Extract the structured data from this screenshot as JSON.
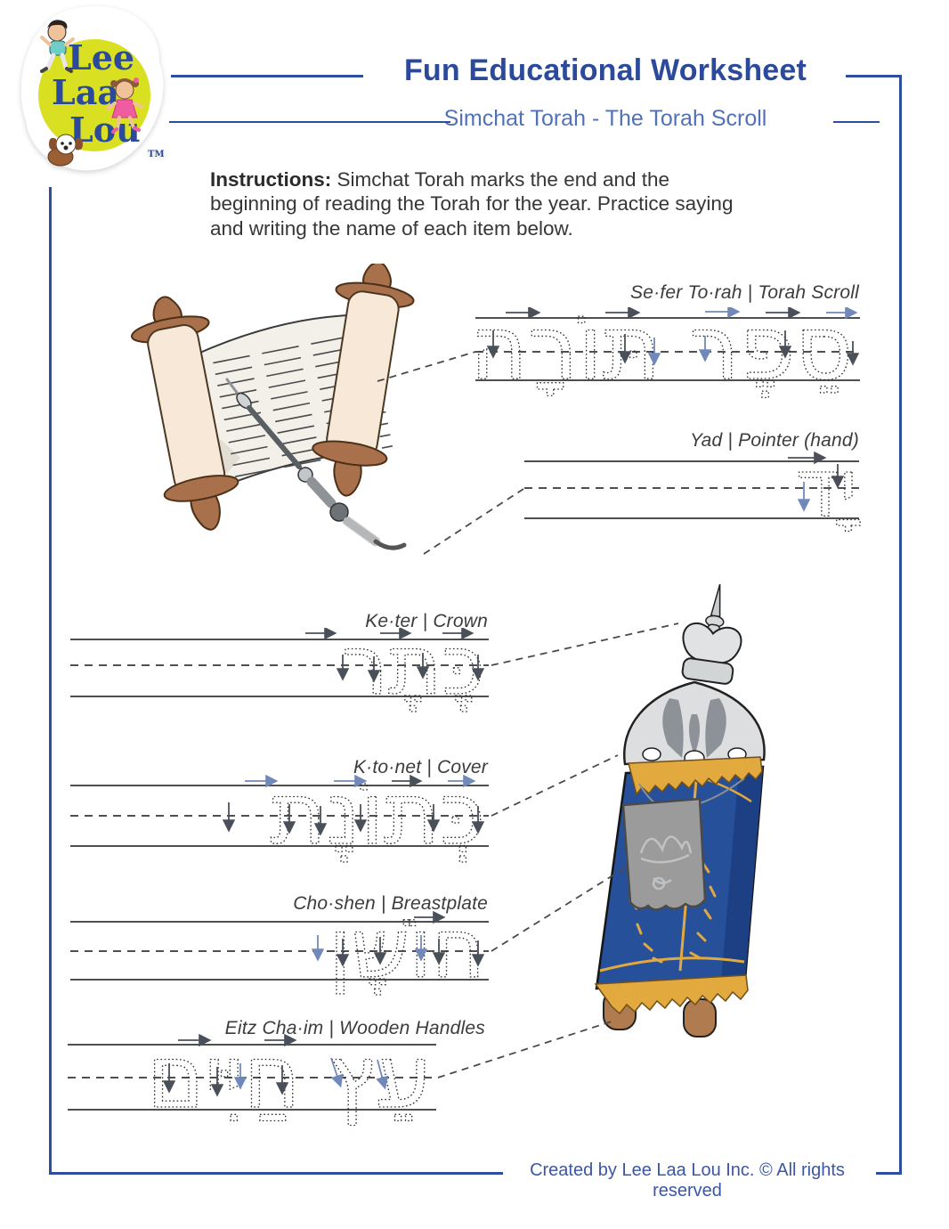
{
  "logo": {
    "line1": "Lee",
    "line2": "Laa",
    "line3": "Lou",
    "tm": "TM"
  },
  "header": {
    "title": "Fun Educational Worksheet",
    "subtitle": "Simchat Torah - The Torah Scroll"
  },
  "instructions": {
    "bold_label": "Instructions:",
    "text": " Simchat Torah marks the end and the beginning of reading the Torah for the year. Practice saying and writing the name of each item below."
  },
  "practice": [
    {
      "label": "Se·fer To·rah | Torah Scroll",
      "hebrew": "סֵפֶר תּוֹרָה"
    },
    {
      "label": "Yad | Pointer (hand)",
      "hebrew": "יָד"
    },
    {
      "label": "Ke·ter | Crown",
      "hebrew": "כֶּתֶר"
    },
    {
      "label": "K·to·net | Cover",
      "hebrew": "כְּתוֹנֶת"
    },
    {
      "label": "Cho·shen | Breastplate",
      "hebrew": "חוֹשֶׁן"
    },
    {
      "label": "Eitz Cha·im | Wooden Handles",
      "hebrew": "עֵץ חַיִּים"
    }
  ],
  "illustrations": {
    "open_scroll": "Torah scroll with yad pointer",
    "dressed_torah": "Dressed Torah with crown, cover and breastplate"
  },
  "footer": {
    "credit": "Created by Lee Laa Lou Inc. © All rights reserved"
  },
  "colors": {
    "accent_blue": "#2d4d9e",
    "subtitle_blue": "#5272b8",
    "mantle_blue": "#27509b",
    "gold": "#e2a93f",
    "logo_yellow": "#d9e021",
    "trace_ink": "#2e2e2e"
  }
}
